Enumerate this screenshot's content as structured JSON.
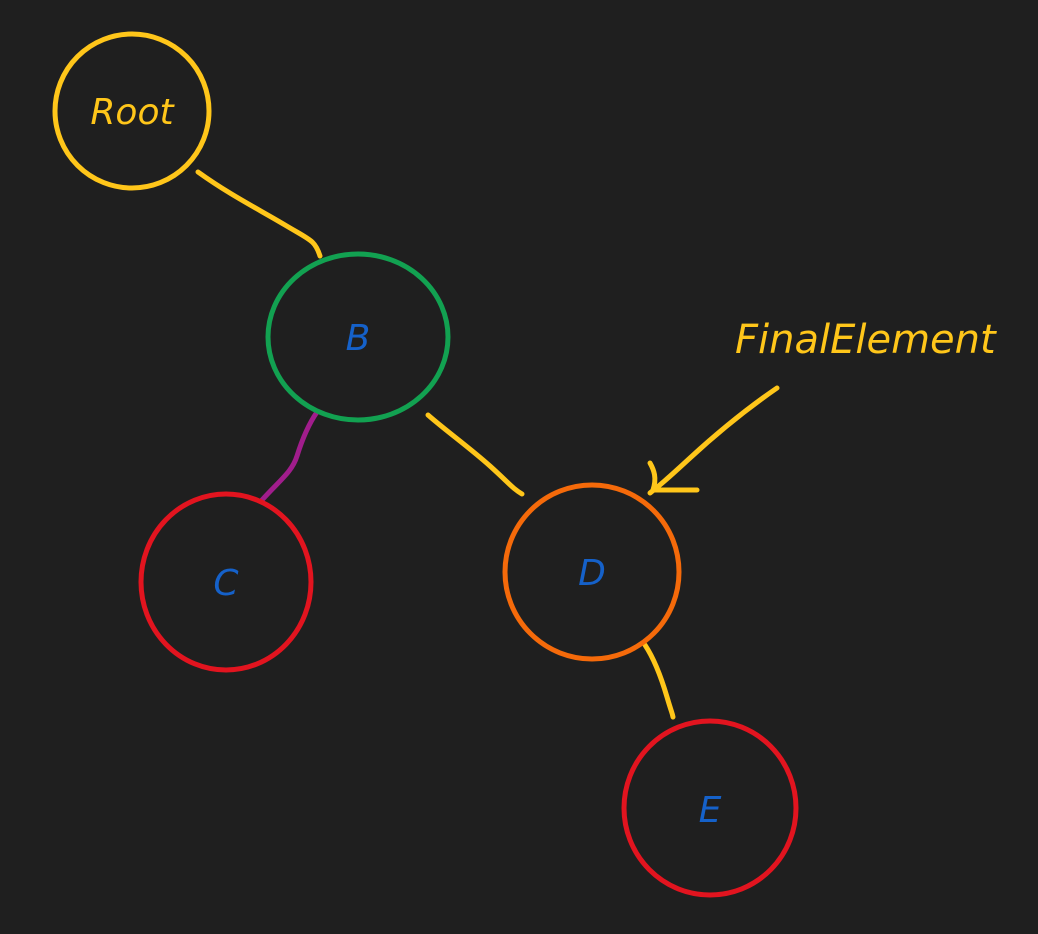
{
  "colors": {
    "background": "#1f1f1f",
    "root": "#ffc61a",
    "green": "#12a151",
    "red": "#e2141f",
    "orange": "#f56a0a",
    "purple": "#a11d8c",
    "blue": "#1561c9",
    "yellow_edge": "#ffc61a"
  },
  "nodes": {
    "root": {
      "label": "Root"
    },
    "b": {
      "label": "B"
    },
    "c": {
      "label": "C"
    },
    "d": {
      "label": "D"
    },
    "e": {
      "label": "E"
    }
  },
  "annotation": {
    "label": "FinalElement"
  }
}
